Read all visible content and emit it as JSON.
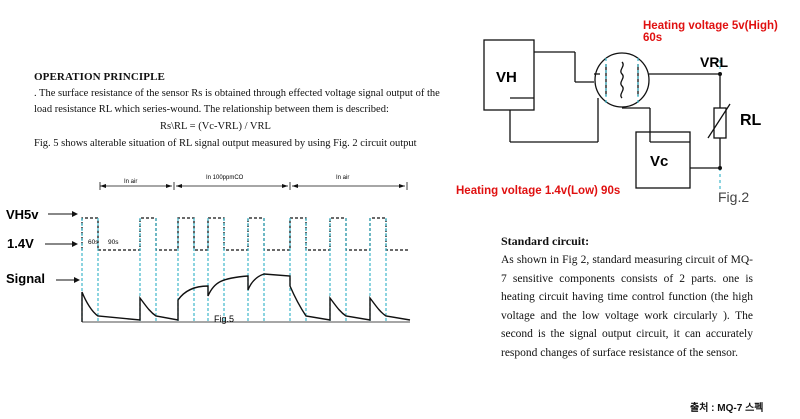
{
  "operation": {
    "title": "OPERATION PRINCIPLE",
    "line1": ". The surface resistance of the sensor Rs is obtained through effected voltage signal output of the",
    "line2": "load resistance RL which series-wound. The relationship between them is described:",
    "formula": "Rs\\RL = (Vc-VRL) / VRL",
    "line4": "Fig. 5 shows alterable situation of RL signal output measured by using Fig. 2 circuit output"
  },
  "fig5": {
    "label": "Fig.5",
    "phase1": "In air",
    "phase2": "In 100ppmCO",
    "phase3": "In air",
    "vh_label_main": "VH5v",
    "low_label": "1.4V",
    "signal_label": "Signal",
    "t60": "60s",
    "t90": "90s"
  },
  "fig2": {
    "vh_box": "VH",
    "vrl": "VRL",
    "rl": "RL",
    "vc_box": "Vc",
    "label": "Fig.2",
    "heat_high": "Heating voltage 5v(High) 60s",
    "heat_low": "Heating voltage 1.4v(Low) 90s"
  },
  "standard": {
    "title": "Standard circuit:",
    "body": "As shown in Fig 2, standard measuring circuit of MQ-7 sensitive components consists of 2 parts. one is heating circuit having time control function (the high voltage and the low voltage work circularly ). The second is the signal output circuit, it can accurately respond changes of surface resistance of the sensor."
  },
  "source": "출처 : MQ-7 스펙",
  "colors": {
    "red": "#e01010",
    "cyan": "#3fb8cc",
    "black": "#111111"
  }
}
